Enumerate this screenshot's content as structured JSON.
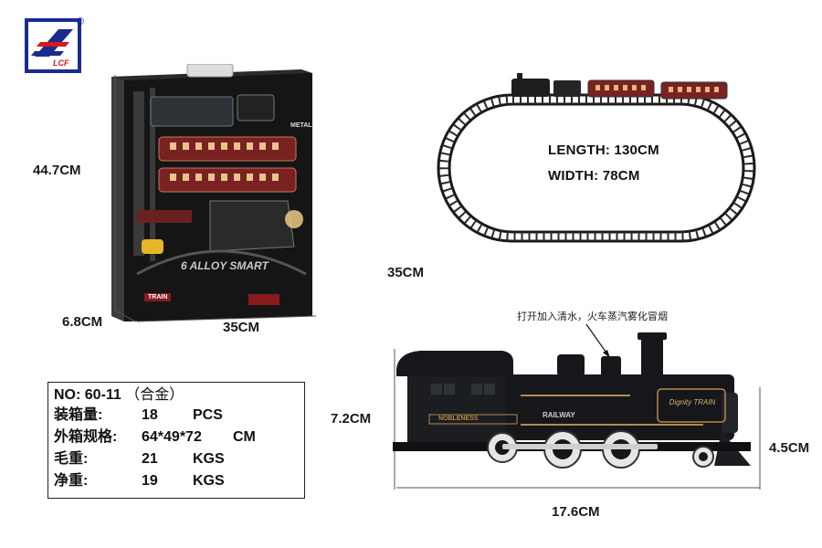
{
  "logo": {
    "text": "LCF",
    "registered": "®"
  },
  "box": {
    "height_label": "44.7CM",
    "depth_label": "6.8CM",
    "width_label": "35CM",
    "badge_text": "6 ALLOY SMART",
    "metal_text": "METAL",
    "train_tag": "TRAIN"
  },
  "track": {
    "length_label": "LENGTH: 130CM",
    "width_label": "WIDTH: 78CM",
    "below_label": "35CM"
  },
  "locomotive": {
    "note": "打开加入清水，火车蒸汽雾化冒烟",
    "height_label": "7.2CM",
    "side_height_label": "4.5CM",
    "length_label": "17.6CM",
    "nameplate": "NOBLENESS",
    "railway_text": "RAILWAY",
    "brand_text": "Dignity TRAIN",
    "colors": {
      "body": "#15171a",
      "trim": "#b78a4a",
      "wheel": "#e6e6e6"
    }
  },
  "spec": {
    "no_label": "NO: 60-11",
    "no_sub": "（合金）",
    "rows": [
      {
        "label": "装箱量:",
        "qty": "18",
        "unit": "PCS"
      },
      {
        "label": "外箱规格:",
        "qty": "64*49*72",
        "unit": "CM"
      },
      {
        "label": "毛重:",
        "qty": "21",
        "unit": "KGS"
      },
      {
        "label": "净重:",
        "qty": "19",
        "unit": "KGS"
      }
    ]
  }
}
